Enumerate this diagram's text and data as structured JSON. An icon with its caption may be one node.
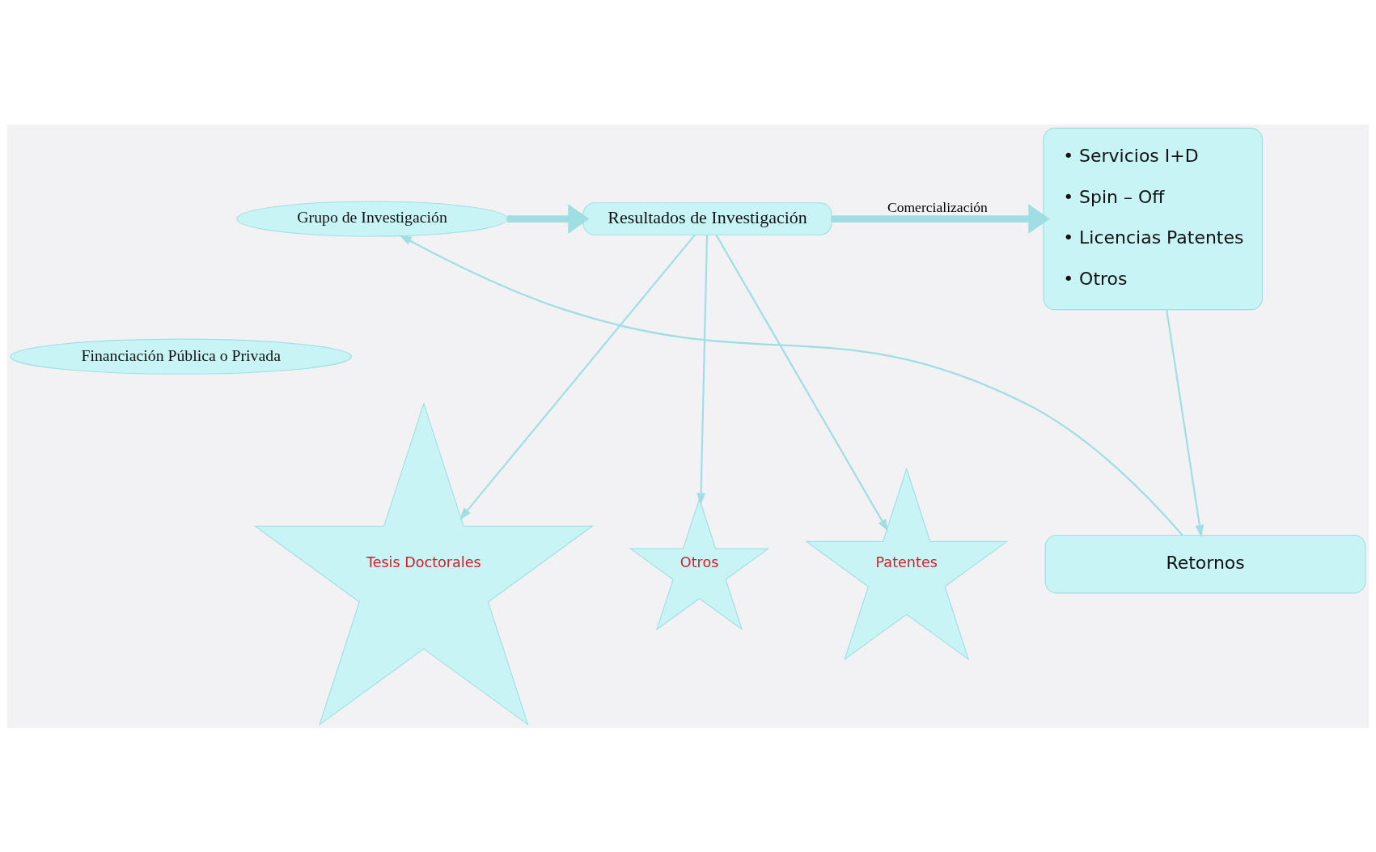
{
  "diagram": {
    "nodes": [
      {
        "text": [
          "Financiación Pública o Privada"
        ]
      },
      {
        "text": [
          "Grupo de Investigación"
        ]
      },
      {
        "text": [
          "Resultados de Investigación"
        ]
      },
      {
        "text": [
          "• Servicios I+D",
          "• Spin – Off",
          "• Licencias Patentes",
          "• Otros"
        ]
      },
      {
        "text": [
          "Patentes"
        ]
      },
      {
        "text": [
          "Tesis Doctorales"
        ]
      },
      {
        "text": [
          "Otros"
        ]
      },
      {
        "text": [
          "Retornos"
        ]
      }
    ],
    "edges": [
      {
        "from": 1,
        "to": 2,
        "arrow": "to",
        "style": "thick"
      },
      {
        "from": 2,
        "to": 3,
        "arrow": "to",
        "style": "thick",
        "label": "Comercialización"
      },
      {
        "from": 2,
        "to": 4,
        "arrow": "to"
      },
      {
        "from": 2,
        "to": 5,
        "arrow": "to"
      },
      {
        "from": 2,
        "to": 6,
        "arrow": "to"
      },
      {
        "from": 3,
        "to": 7,
        "arrow": "to"
      },
      {
        "from": 7,
        "to": 1,
        "arrow": "to"
      }
    ]
  }
}
